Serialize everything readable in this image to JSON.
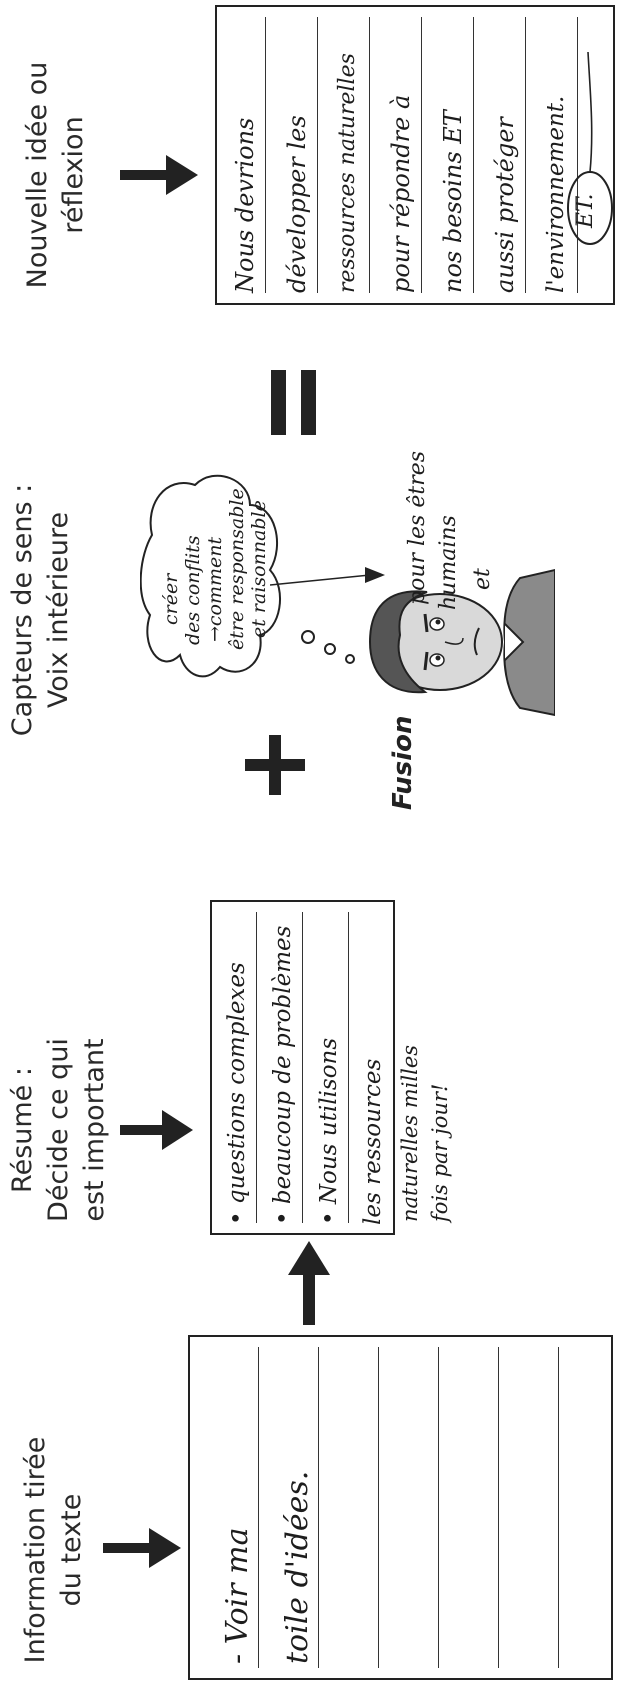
{
  "columns": [
    {
      "heading": [
        "Information tirée",
        "du texte"
      ]
    },
    {
      "heading": [
        "Résumé :",
        "Décide ce qui",
        "est important"
      ]
    },
    {
      "heading": [
        "Capteurs de sens :",
        "Voix intérieure"
      ]
    },
    {
      "heading": [
        "Nouvelle idée ou",
        "réflexion"
      ]
    }
  ],
  "box1": {
    "lines": [
      "- Voir ma",
      "toile d'idées."
    ]
  },
  "box2": {
    "lines": [
      "• questions complexes",
      "• beaucoup de problèmes",
      "• Nous utilisons",
      "les ressources",
      "naturelles milles",
      "fois par jour!"
    ]
  },
  "thought_bubble": {
    "lines": [
      "créer",
      "des conflits",
      "→comment",
      "être responsable",
      "et raisonnable"
    ]
  },
  "person_note": {
    "lines": [
      "pour les êtres",
      "humains",
      "et"
    ]
  },
  "fusion_label": "Fusion",
  "box4": {
    "lines": [
      "Nous devrions",
      "développer les",
      "ressources naturelles",
      "pour répondre à",
      "nos besoins ET",
      "aussi protéger",
      "l'environnement."
    ],
    "circled": "ET."
  },
  "colors": {
    "ink": "#222222",
    "face": "#d9d9d9",
    "shirt": "#8a8a8a"
  }
}
